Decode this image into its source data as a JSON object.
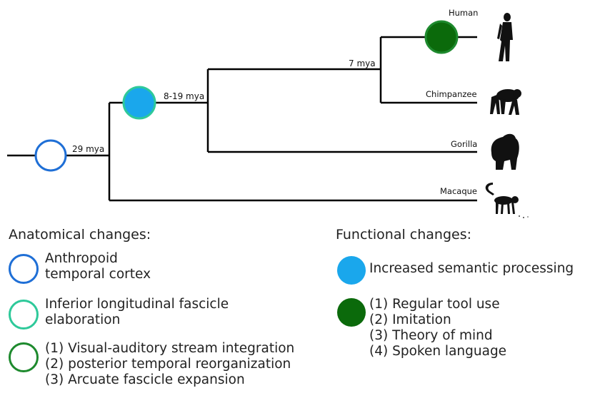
{
  "colors": {
    "anthropoid": "#1f6fd6",
    "ilf": "#2ec99a",
    "human": "#1e8a2e",
    "semantic": "#1aa7ec",
    "tool": "#0b6a0b",
    "line": "#000000",
    "silhouette": "#111111"
  },
  "tree": {
    "taxa": [
      "Human",
      "Chimpanzee",
      "Gorilla",
      "Macaque"
    ],
    "divergence_labels": {
      "root": "29 mya",
      "great_apes": "8-19 mya",
      "human_chimp": "7 mya"
    },
    "icons": [
      "human-icon",
      "chimpanzee-icon",
      "gorilla-icon",
      "macaque-icon"
    ]
  },
  "anatomical": {
    "title": "Anatomical changes:",
    "items": [
      {
        "lines": [
          "Anthropoid",
          "temporal cortex"
        ]
      },
      {
        "lines": [
          "Inferior longitudinal fascicle",
          "elaboration"
        ]
      },
      {
        "lines": [
          "(1) Visual-auditory stream integration",
          "(2) posterior temporal reorganization",
          "(3) Arcuate fascicle expansion"
        ]
      }
    ]
  },
  "functional": {
    "title": "Functional changes:",
    "items": [
      {
        "lines": [
          "Increased semantic processing"
        ]
      },
      {
        "lines": [
          "(1) Regular tool use",
          "(2) Imitation",
          "(3) Theory of mind",
          "(4) Spoken language"
        ]
      }
    ]
  }
}
